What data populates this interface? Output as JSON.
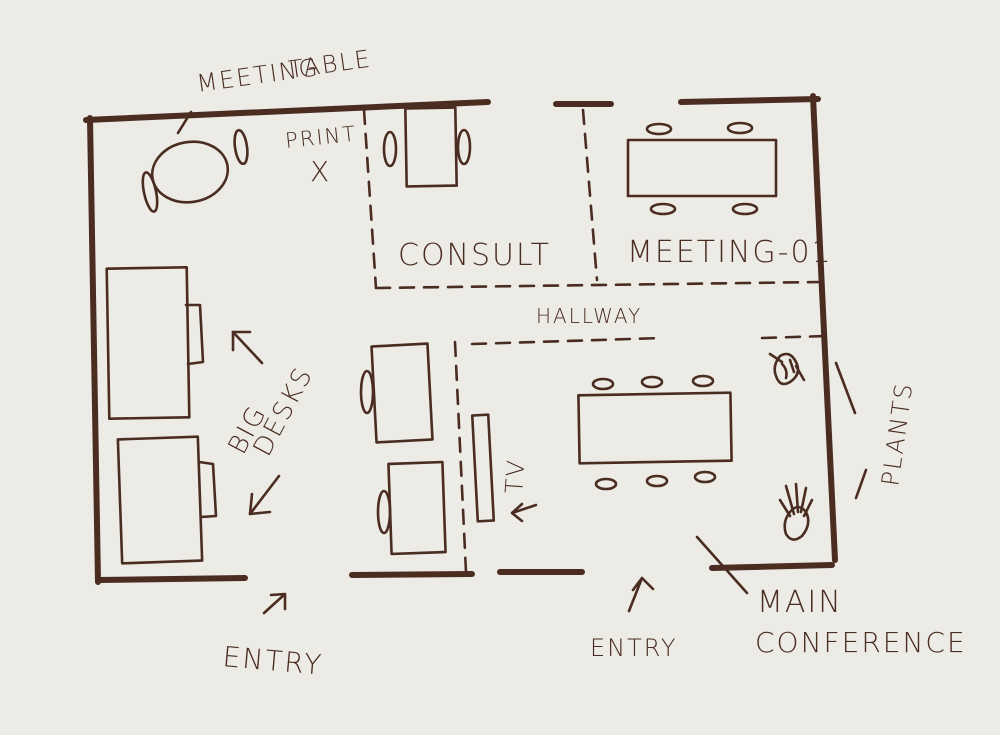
{
  "labels": {
    "meeting_table": [
      "MEETING",
      "TABLE"
    ],
    "print": "PRINT",
    "print_mark": "X",
    "consult": "CONSULT",
    "meeting_room": "MEETING-01",
    "hallway": "HALLWAY",
    "big_desks": [
      "BIG",
      "DESKS"
    ],
    "tv": "TV",
    "plants": "PLANTS",
    "entry_left": "ENTRY",
    "entry_right": "ENTRY",
    "main_conference": [
      "MAIN",
      "CONFERENCE"
    ]
  },
  "colors": {
    "paper": "#ecebe6",
    "ink": "#4a2c20"
  }
}
